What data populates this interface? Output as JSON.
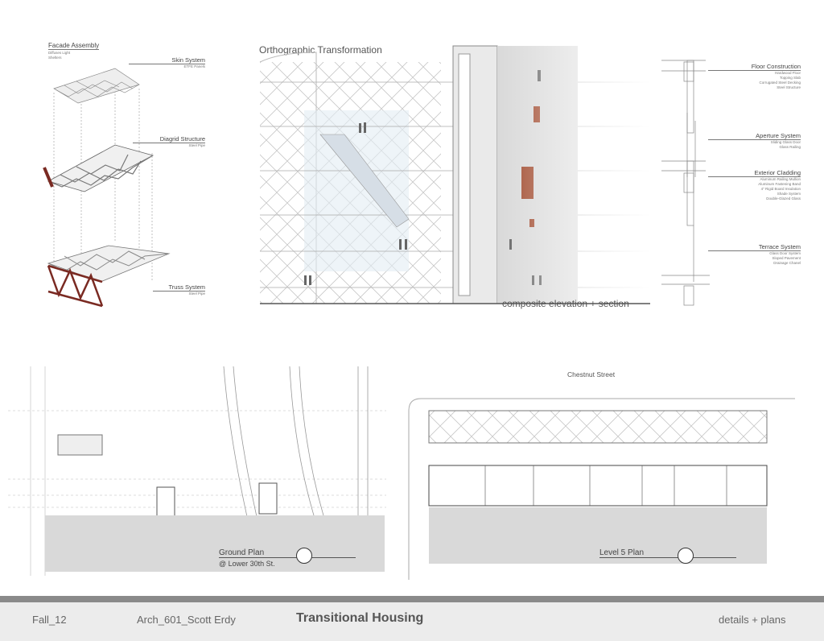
{
  "facade_assembly": {
    "title": "Facade Assembly",
    "subtitle": [
      "Diffuses Light",
      "Shelters"
    ],
    "layers": [
      {
        "name": "Skin System",
        "detail": "ETFE Panels"
      },
      {
        "name": "Diagrid Structure",
        "detail": "Steel Pipe"
      },
      {
        "name": "Truss System",
        "detail": "Steel Pipe"
      }
    ]
  },
  "elevation": {
    "title": "Orthographic Transformation",
    "caption": "composite elevation + section"
  },
  "details": [
    {
      "name": "Floor Construction",
      "items": [
        "Hardwood Floor",
        "Topping Slab",
        "Corrugated Steel Decking",
        "Steel Structure"
      ]
    },
    {
      "name": "Aperture System",
      "items": [
        "Sliding Glass Door",
        "Glass Railing"
      ]
    },
    {
      "name": "Exterior Cladding",
      "items": [
        "Aluminum Railing Mullion",
        "Aluminum Fastening Band",
        "4\" Rigid Board Insulation",
        "Shade System",
        "Double-Glazed Glass"
      ]
    },
    {
      "name": "Terrace System",
      "items": [
        "Glass Door System",
        "Sloped Pavement",
        "Drainage Chanel"
      ]
    }
  ],
  "plans": {
    "ground": {
      "title": "Ground Plan",
      "subtitle": "@ Lower 30th St."
    },
    "level5": {
      "title": "Level 5 Plan",
      "street": "Chestnut Street"
    }
  },
  "footer": {
    "term": "Fall_12",
    "course": "Arch_601_Scott Erdy",
    "project": "Transitional Housing",
    "sheet": "details + plans"
  }
}
